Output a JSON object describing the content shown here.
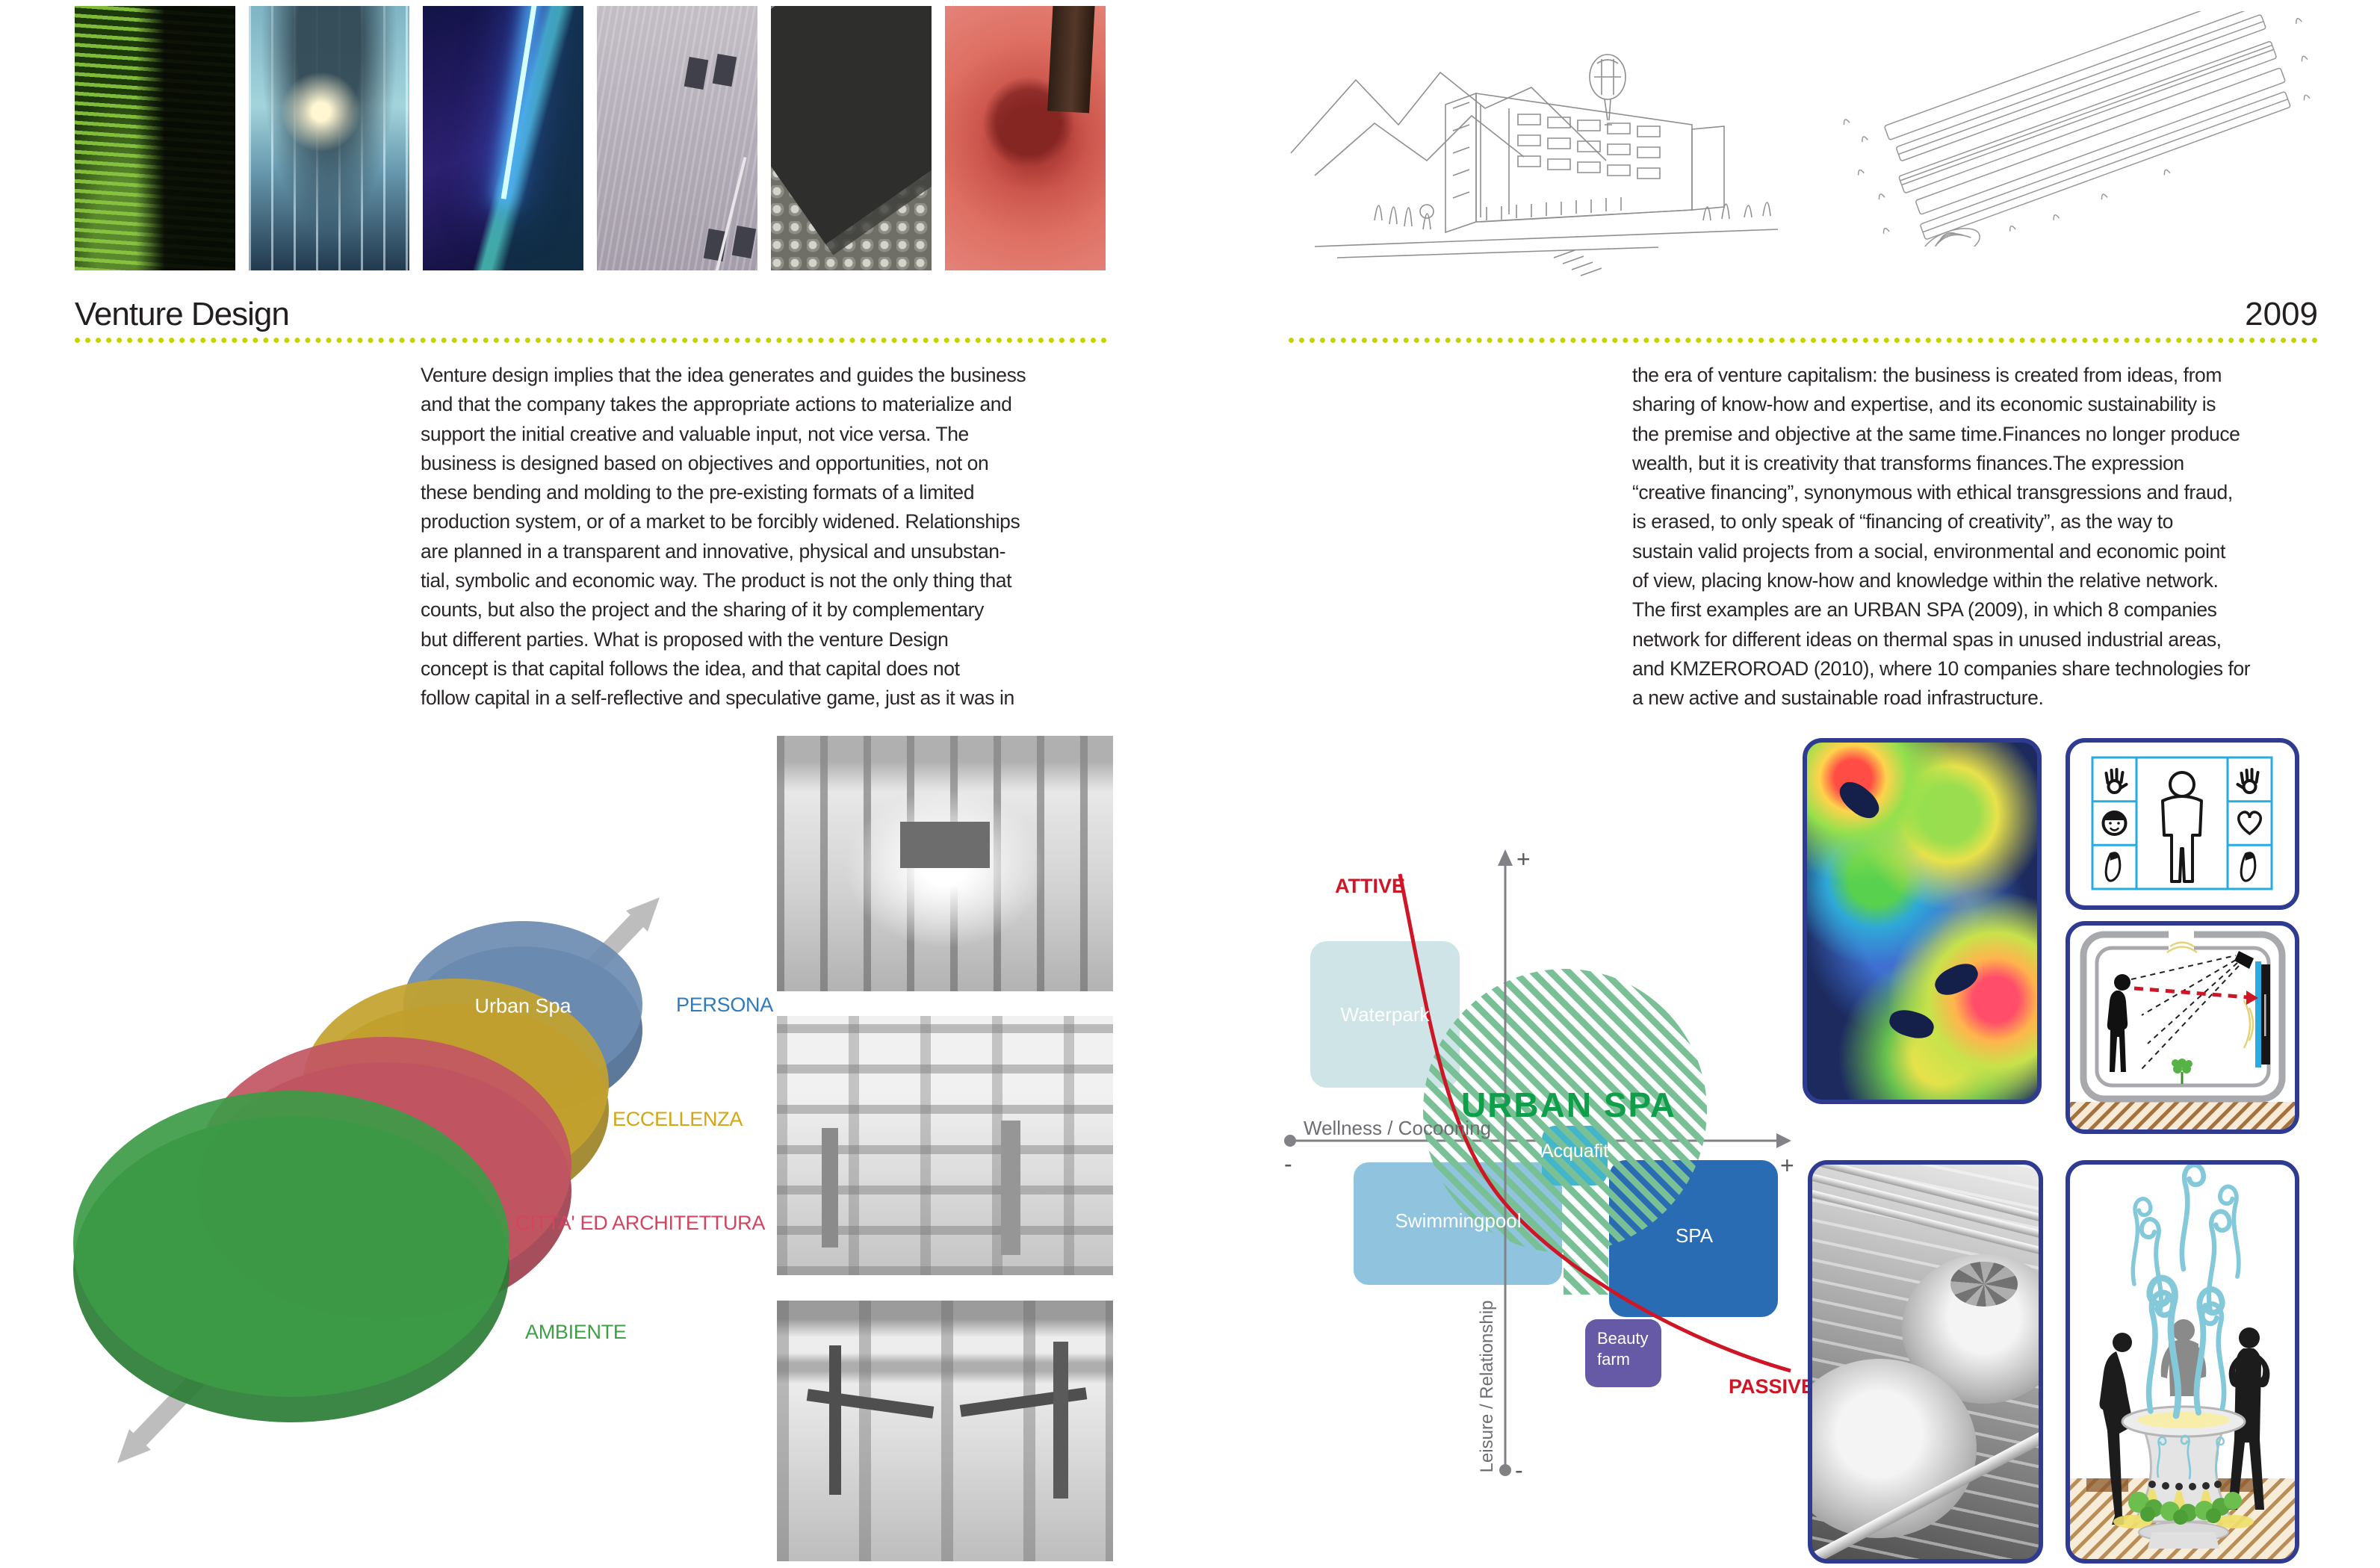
{
  "meta": {
    "accent_dotted_color": "#c5d300",
    "panel_border_color": "#2e3b90",
    "grid_line_color": "#29abe2"
  },
  "left_page": {
    "title": "Venture Design",
    "photo_strip": [
      {
        "name": "green-lit-glass-wall-night"
      },
      {
        "name": "fountain-mist-lights-teal"
      },
      {
        "name": "neon-blue-light-line"
      },
      {
        "name": "aerial-pavement-benches"
      },
      {
        "name": "gabion-stone-wall-diagonal"
      },
      {
        "name": "red-concrete-basin"
      }
    ],
    "body_lines": [
      "Venture design implies that the idea generates and guides the business",
      "and that the company takes the appropriate actions to materialize and",
      "support the initial creative and valuable input, not vice versa. The",
      "business is designed based on objectives and opportunities, not on",
      "these bending and molding to the pre-existing formats of a limited",
      "production system, or of a market to be forcibly widened. Relationships",
      "are planned in a transparent and innovative, physical and unsubstan-",
      "tial, symbolic and economic way. The product is not the only thing that",
      "counts, but also the project and the sharing of it by complementary",
      "but different parties. What is proposed with the venture Design",
      "concept is that capital follows the idea, and that capital does not",
      "follow capital in a self-reflective and speculative game, just as it was in"
    ],
    "diagram": {
      "core_label": "Urban Spa",
      "levels": [
        {
          "label": "PERSONA",
          "color": "#2f7bbf",
          "disc_color": "#6c8cb2"
        },
        {
          "label": "ECCELLENZA",
          "color": "#d3a713",
          "disc_color": "#c3a22e"
        },
        {
          "label": "CITTA' ED ARCHITETTURA",
          "color": "#d4435f",
          "disc_color": "#c25663"
        },
        {
          "label": "AMBIENTE",
          "color": "#3fa047",
          "disc_color": "#3d9b46"
        }
      ]
    },
    "photos": [
      {
        "name": "abandoned-factory-arched-corridor"
      },
      {
        "name": "abandoned-factory-column-hall"
      },
      {
        "name": "abandoned-factory-beams-hall"
      }
    ]
  },
  "right_page": {
    "year": "2009",
    "sketches": [
      {
        "name": "building-sketch-mountains-balloon"
      },
      {
        "name": "industrial-sheds-aerial-sketch"
      }
    ],
    "body_lines": [
      "the era of venture capitalism: the business is created from ideas, from",
      "sharing of know-how and expertise, and its economic sustainability is",
      "the premise and objective at the same time.Finances no longer produce",
      "wealth, but it is creativity that transforms finances.The expression",
      "“creative financing”, synonymous with ethical transgressions and fraud,",
      "is erased, to only speak of “financing of creativity”, as the way to",
      "sustain valid projects from a social, environmental and economic point",
      "of view, placing know-how and knowledge within the relative network.",
      "The first examples are an URBAN SPA (2009), in which 8 companies",
      "network for different ideas on thermal spas in unused industrial areas,",
      "and KMZEROROAD (2010), where 10 companies share technologies for",
      "a new active and sustainable road infrastructure."
    ],
    "chart_data": {
      "type": "scatter",
      "title": "URBAN SPA",
      "x_axis": {
        "label": "Wellness / Cocooning",
        "negative": "-",
        "positive": "+"
      },
      "y_axis": {
        "label": "Leisure / Relationship",
        "negative": "-",
        "positive": "+"
      },
      "curve_start_label": "ATTIVE",
      "curve_end_label": "PASSIVE",
      "highlight_label": "URBAN SPA",
      "highlight_color": "#0f9e49",
      "curve_color": "#cf1627",
      "items": [
        {
          "label": "Waterpark",
          "color": "#cfe4e7",
          "x": "low",
          "y": "high"
        },
        {
          "label": "Swimmingpool",
          "color": "#8fc3de",
          "x": "mid-low",
          "y": "low"
        },
        {
          "label": "SPA",
          "color": "#2a6cb3",
          "x": "high",
          "y": "low"
        },
        {
          "label": "Acquafit",
          "color": "#41b6cc",
          "x": "mid-high",
          "y": "mid"
        },
        {
          "label": "Beauty farm",
          "color": "#6659a5",
          "x": "mid-high",
          "y": "lower"
        }
      ]
    },
    "panels": [
      {
        "name": "thermal-image-massage"
      },
      {
        "name": "body-zones-icon-grid",
        "icons": [
          "hand",
          "face",
          "foot",
          "person",
          "hand",
          "heart",
          "foot"
        ]
      },
      {
        "name": "interactive-screen-room-diagram"
      },
      {
        "name": "industrial-tanks-photo"
      },
      {
        "name": "vapor-fountain-illustration"
      }
    ]
  }
}
